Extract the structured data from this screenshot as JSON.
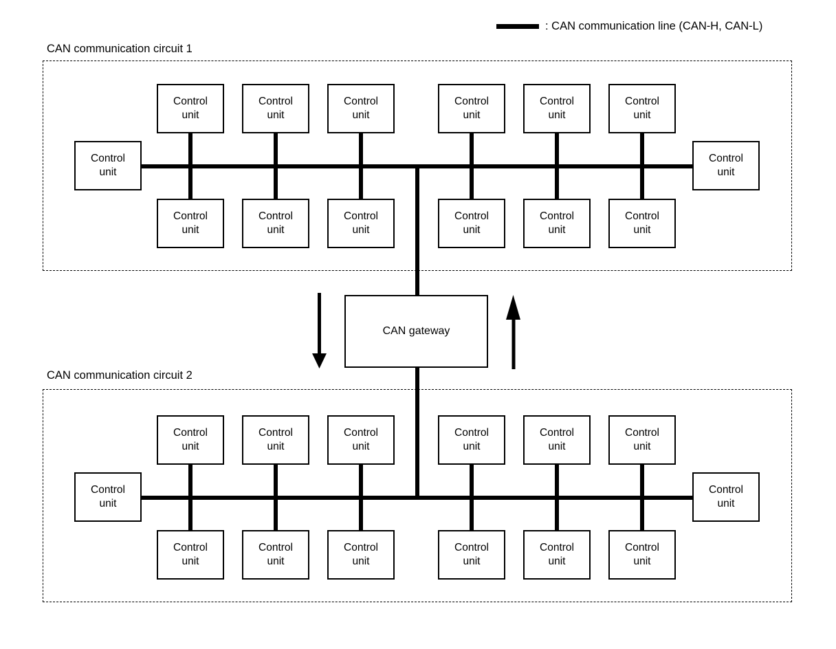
{
  "legend": {
    "line_label": ": CAN communication line (CAN-H, CAN-L)",
    "swatch_name": "can-communication-line-swatch"
  },
  "circuits": [
    {
      "id": "circuit-1",
      "label": "CAN communication circuit 1",
      "end_unit_left": {
        "line1": "Control",
        "line2": "unit"
      },
      "end_unit_right": {
        "line1": "Control",
        "line2": "unit"
      },
      "top_units": [
        {
          "line1": "Control",
          "line2": "unit"
        },
        {
          "line1": "Control",
          "line2": "unit"
        },
        {
          "line1": "Control",
          "line2": "unit"
        },
        {
          "line1": "Control",
          "line2": "unit"
        },
        {
          "line1": "Control",
          "line2": "unit"
        },
        {
          "line1": "Control",
          "line2": "unit"
        }
      ],
      "bottom_units": [
        {
          "line1": "Control",
          "line2": "unit"
        },
        {
          "line1": "Control",
          "line2": "unit"
        },
        {
          "line1": "Control",
          "line2": "unit"
        },
        {
          "line1": "Control",
          "line2": "unit"
        },
        {
          "line1": "Control",
          "line2": "unit"
        },
        {
          "line1": "Control",
          "line2": "unit"
        }
      ]
    },
    {
      "id": "circuit-2",
      "label": "CAN communication circuit 2",
      "end_unit_left": {
        "line1": "Control",
        "line2": "unit"
      },
      "end_unit_right": {
        "line1": "Control",
        "line2": "unit"
      },
      "top_units": [
        {
          "line1": "Control",
          "line2": "unit"
        },
        {
          "line1": "Control",
          "line2": "unit"
        },
        {
          "line1": "Control",
          "line2": "unit"
        },
        {
          "line1": "Control",
          "line2": "unit"
        },
        {
          "line1": "Control",
          "line2": "unit"
        },
        {
          "line1": "Control",
          "line2": "unit"
        }
      ],
      "bottom_units": [
        {
          "line1": "Control",
          "line2": "unit"
        },
        {
          "line1": "Control",
          "line2": "unit"
        },
        {
          "line1": "Control",
          "line2": "unit"
        },
        {
          "line1": "Control",
          "line2": "unit"
        },
        {
          "line1": "Control",
          "line2": "unit"
        },
        {
          "line1": "Control",
          "line2": "unit"
        }
      ]
    }
  ],
  "gateway": {
    "label": "CAN gateway",
    "arrow_down_name": "downstream-arrow",
    "arrow_up_name": "upstream-arrow"
  },
  "colors": {
    "line": "#000000",
    "background": "#ffffff",
    "box_border": "#000000"
  }
}
